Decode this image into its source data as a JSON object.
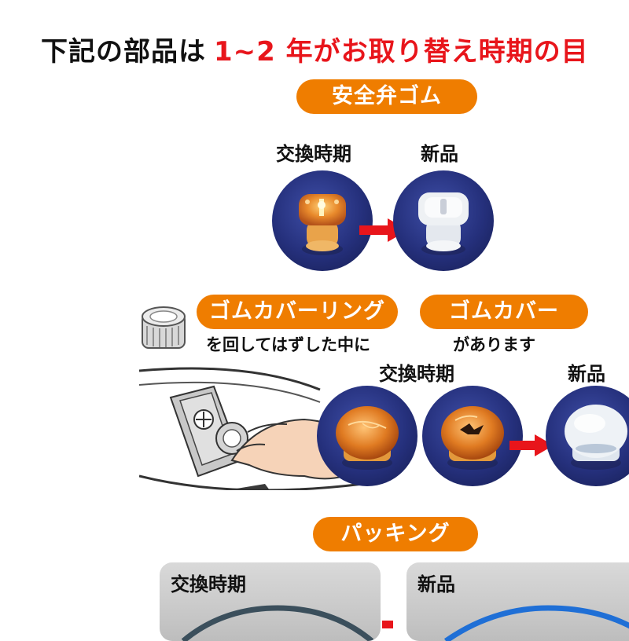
{
  "headline": {
    "black": "下記の部品は",
    "red": "1~2 年がお取り替え時期の目"
  },
  "sections": {
    "valve_rubber": {
      "title": "安全弁ゴム",
      "old_label": "交換時期",
      "new_label": "新品"
    },
    "cover": {
      "ring_title": "ゴムカバーリング",
      "ring_note": "を回してはずした中に",
      "cover_title": "ゴムカバー",
      "cover_note": "があります",
      "old_label": "交換時期",
      "new_label": "新品"
    },
    "packing": {
      "title": "パッキング",
      "old_label": "交換時期",
      "new_label": "新品"
    }
  },
  "colors": {
    "orange": "#ef7d00",
    "red": "#e8151b",
    "navy": "#25307c",
    "old_packing": "#3b4f5c",
    "new_packing": "#1f6fd6"
  },
  "icons": [
    "arrow-right-icon",
    "pressure-cooker-lid-illustration",
    "ring-cap-illustration"
  ]
}
